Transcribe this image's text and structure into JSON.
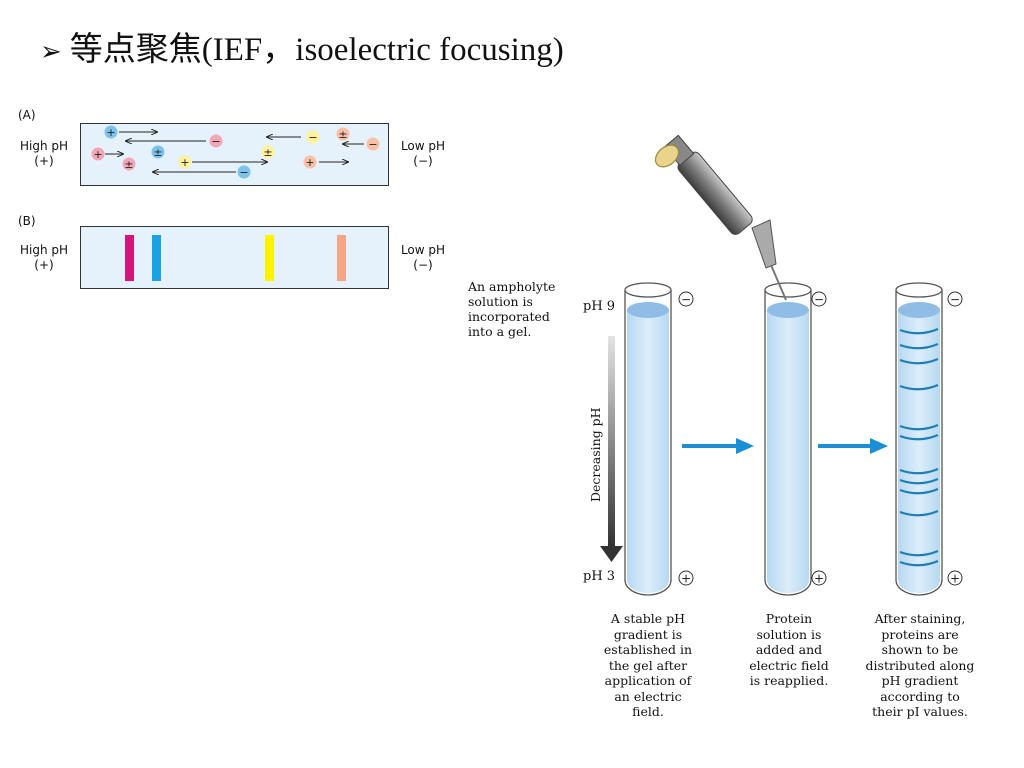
{
  "title": {
    "bullet": "➢",
    "text": "等点聚焦(IEF，isoelectric focusing)"
  },
  "panel_a": {
    "tag": "(A)",
    "left_label": [
      "High pH",
      "(+)"
    ],
    "right_label": [
      "Low pH",
      "(−)"
    ],
    "ions": [
      {
        "sign": "+",
        "color": "#7cc3ea"
      },
      {
        "sign": "−",
        "color": "#f2a7b7"
      },
      {
        "sign": "−",
        "color": "#fff29a"
      },
      {
        "sign": "±",
        "color": "#f8c0a6"
      },
      {
        "sign": "−",
        "color": "#f8c0a6"
      },
      {
        "sign": "+",
        "color": "#f2a7b7"
      },
      {
        "sign": "±",
        "color": "#7cc3ea"
      },
      {
        "sign": "±",
        "color": "#f2a7b7"
      },
      {
        "sign": "+",
        "color": "#fff29a"
      },
      {
        "sign": "±",
        "color": "#fff29a"
      },
      {
        "sign": "+",
        "color": "#f8c0a6"
      },
      {
        "sign": "−",
        "color": "#7cc3ea"
      }
    ]
  },
  "panel_b": {
    "tag": "(B)",
    "left_label": [
      "High pH",
      "(+)"
    ],
    "right_label": [
      "Low pH",
      "(−)"
    ],
    "band_colors": [
      "#d6157a",
      "#1aa3e3",
      "#fff200",
      "#f4a585"
    ]
  },
  "tubes": {
    "intro_note": [
      "An ampholyte",
      "solution is",
      "incorporated",
      "into a gel."
    ],
    "ph_top": "pH 9",
    "ph_bottom": "pH 3",
    "gradient_label": "Decreasing pH",
    "minus": "−",
    "plus": "+",
    "captions": [
      [
        "A stable pH",
        "gradient is",
        "established in",
        "the gel after",
        "application of",
        "an electric",
        "field."
      ],
      [
        "Protein",
        "solution is",
        "added and",
        "electric field",
        "is reapplied."
      ],
      [
        "After staining,",
        "proteins are",
        "shown to be",
        "distributed along",
        "pH gradient",
        "according to",
        "their pI values."
      ]
    ],
    "colors": {
      "gel": "#cfe5f7",
      "arrow": "#1b8fd6",
      "band": "#1f7fb5"
    }
  }
}
